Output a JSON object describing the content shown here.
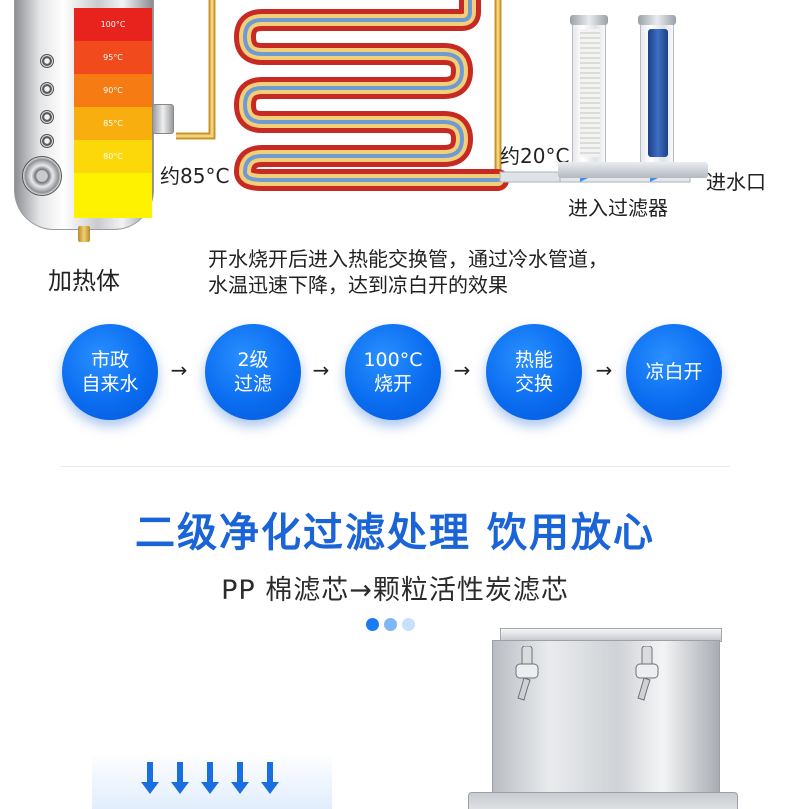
{
  "diagram": {
    "temperature_scale": [
      "100°C",
      "95°C",
      "90°C",
      "85°C",
      "80°C"
    ],
    "heater_label": "加热体",
    "hot_outlet_temp": "约85°C",
    "cold_inlet_temp": "约20°C",
    "inlet_label": "进水口",
    "filter_label": "进入过滤器",
    "description_line1": "开水烧开后进入热能交换管，通过冷水管道，",
    "description_line2": "水温迅速下降，达到凉白开的效果"
  },
  "flow": {
    "steps": [
      {
        "line1": "市政",
        "line2": "自来水"
      },
      {
        "line1": "2级",
        "line2": "过滤"
      },
      {
        "line1": "100°C",
        "line2": "烧开"
      },
      {
        "line1": "热能",
        "line2": "交换"
      },
      {
        "line1": "凉白开",
        "line2": ""
      }
    ],
    "arrow": "→"
  },
  "section": {
    "headline": "二级净化过滤处理 饮用放心",
    "subline": "PP 棉滤芯→颗粒活性炭滤芯"
  },
  "colors": {
    "accent_blue": "#0a6cf0",
    "headline_blue": "#1a64d8",
    "dot_active": "#1a7cf0",
    "dot_mid": "#7db7f5",
    "dot_light": "#c7e0fb",
    "temp_bands": [
      "#e8231d",
      "#f14a1c",
      "#f57b12",
      "#f9ae0f",
      "#fcd80b",
      "#fef200"
    ]
  },
  "icons": {
    "flow_arrow": "right-arrow-icon",
    "down_arrow": "down-arrow-icon",
    "carousel_dot": "carousel-dot-icon"
  }
}
